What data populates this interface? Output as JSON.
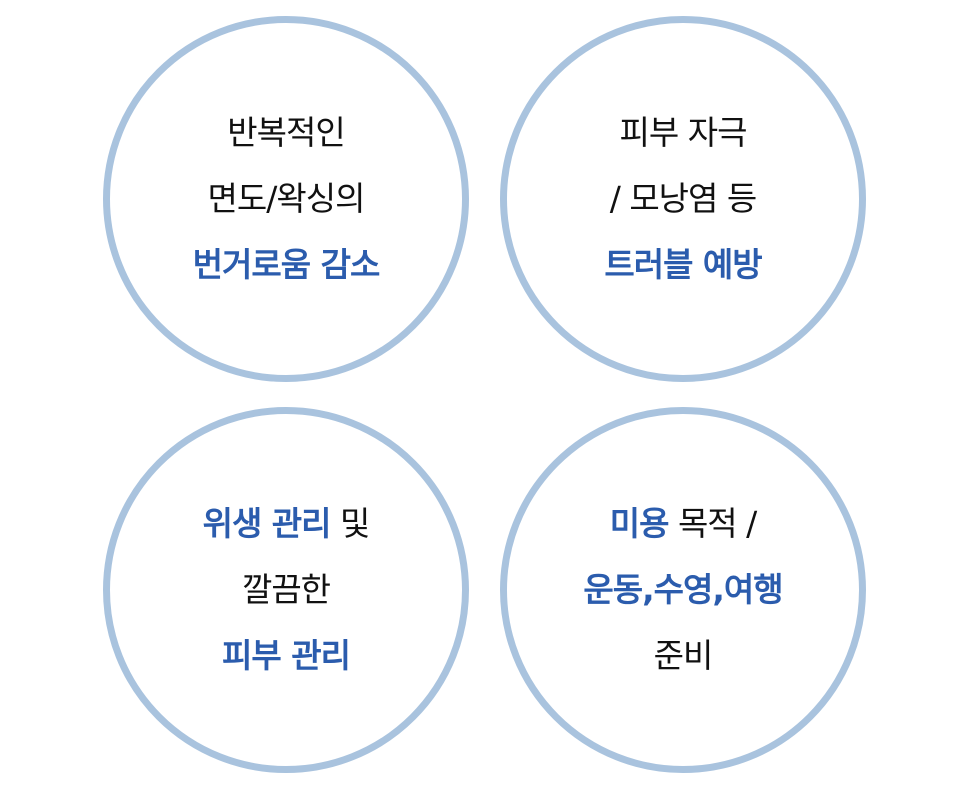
{
  "colors": {
    "ring": "#a9c3de",
    "highlight": "#2b5cad",
    "text": "#111111",
    "background": "#ffffff"
  },
  "circles": [
    {
      "lines": [
        [
          {
            "text": "반복적인",
            "highlight": false
          }
        ],
        [
          {
            "text": "면도/왁싱의",
            "highlight": false
          }
        ],
        [
          {
            "text": "번거로움 감소",
            "highlight": true
          }
        ]
      ]
    },
    {
      "lines": [
        [
          {
            "text": "피부 자극",
            "highlight": false
          }
        ],
        [
          {
            "text": "/ 모낭염 등",
            "highlight": false
          }
        ],
        [
          {
            "text": "트러블 예방",
            "highlight": true
          }
        ]
      ]
    },
    {
      "lines": [
        [
          {
            "text": "위생 관리",
            "highlight": true
          },
          {
            "text": " 및",
            "highlight": false
          }
        ],
        [
          {
            "text": "깔끔한",
            "highlight": false
          }
        ],
        [
          {
            "text": "피부 관리",
            "highlight": true
          }
        ]
      ]
    },
    {
      "lines": [
        [
          {
            "text": "미용",
            "highlight": true
          },
          {
            "text": " 목적 /",
            "highlight": false
          }
        ],
        [
          {
            "text": "운동,수영,여행",
            "highlight": true
          }
        ],
        [
          {
            "text": "준비",
            "highlight": false
          }
        ]
      ]
    }
  ]
}
